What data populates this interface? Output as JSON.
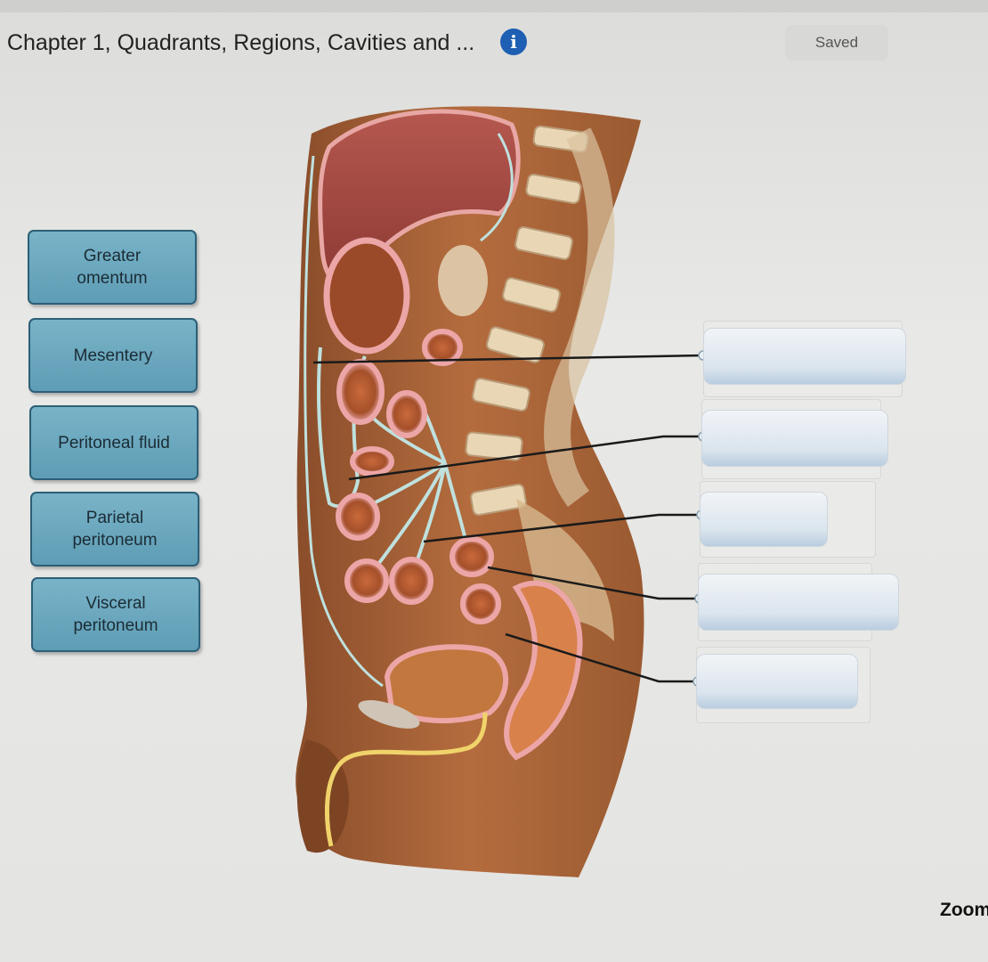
{
  "header": {
    "title": ": Chapter 1, Quadrants, Regions, Cavities and ...",
    "info_icon": "info-icon",
    "saved_label": "Saved"
  },
  "labels": [
    {
      "id": "greater-omentum",
      "text": "Greater\nomentum"
    },
    {
      "id": "mesentery",
      "text": "Mesentery"
    },
    {
      "id": "peritoneal-fluid",
      "text": "Peritoneal fluid"
    },
    {
      "id": "parietal-peritoneum",
      "text": "Parietal\nperitoneum"
    },
    {
      "id": "visceral-peritoneum",
      "text": "Visceral\nperitoneum"
    }
  ],
  "drop_targets": [
    {
      "id": "target-1",
      "value": ""
    },
    {
      "id": "target-2",
      "value": ""
    },
    {
      "id": "target-3",
      "value": ""
    },
    {
      "id": "target-4",
      "value": ""
    },
    {
      "id": "target-5",
      "value": ""
    }
  ],
  "footer": {
    "zoom_label": "Zoom"
  },
  "colors": {
    "tile": "#6aa8bf",
    "tile_border": "#2c5f77",
    "info": "#1f5fb3",
    "leader_line": "#1a1a1a"
  }
}
